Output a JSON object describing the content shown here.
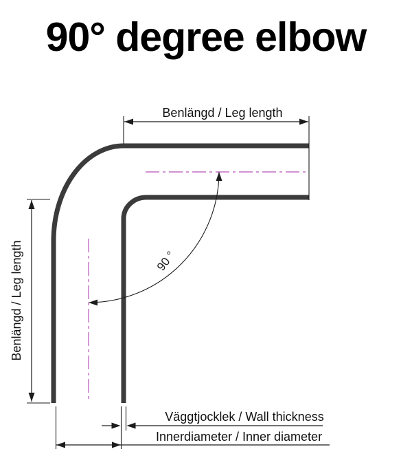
{
  "title": "90° degree elbow",
  "diagram": {
    "type": "technical-drawing",
    "subject": "90-degree pipe elbow with dimension annotations",
    "labels": {
      "top_leg_length": "Benlängd / Leg length",
      "left_leg_length": "Benlängd / Leg length",
      "angle": "90 °",
      "wall_thickness": "Väggtjocklek / Wall thickness",
      "inner_diameter": "Innerdiameter / Inner diameter"
    },
    "colors": {
      "outline": "#3b3b3b",
      "dimension_lines": "#1c1c1c",
      "centerline": "#c46ec4",
      "text": "#000000",
      "background": "#ffffff"
    }
  }
}
